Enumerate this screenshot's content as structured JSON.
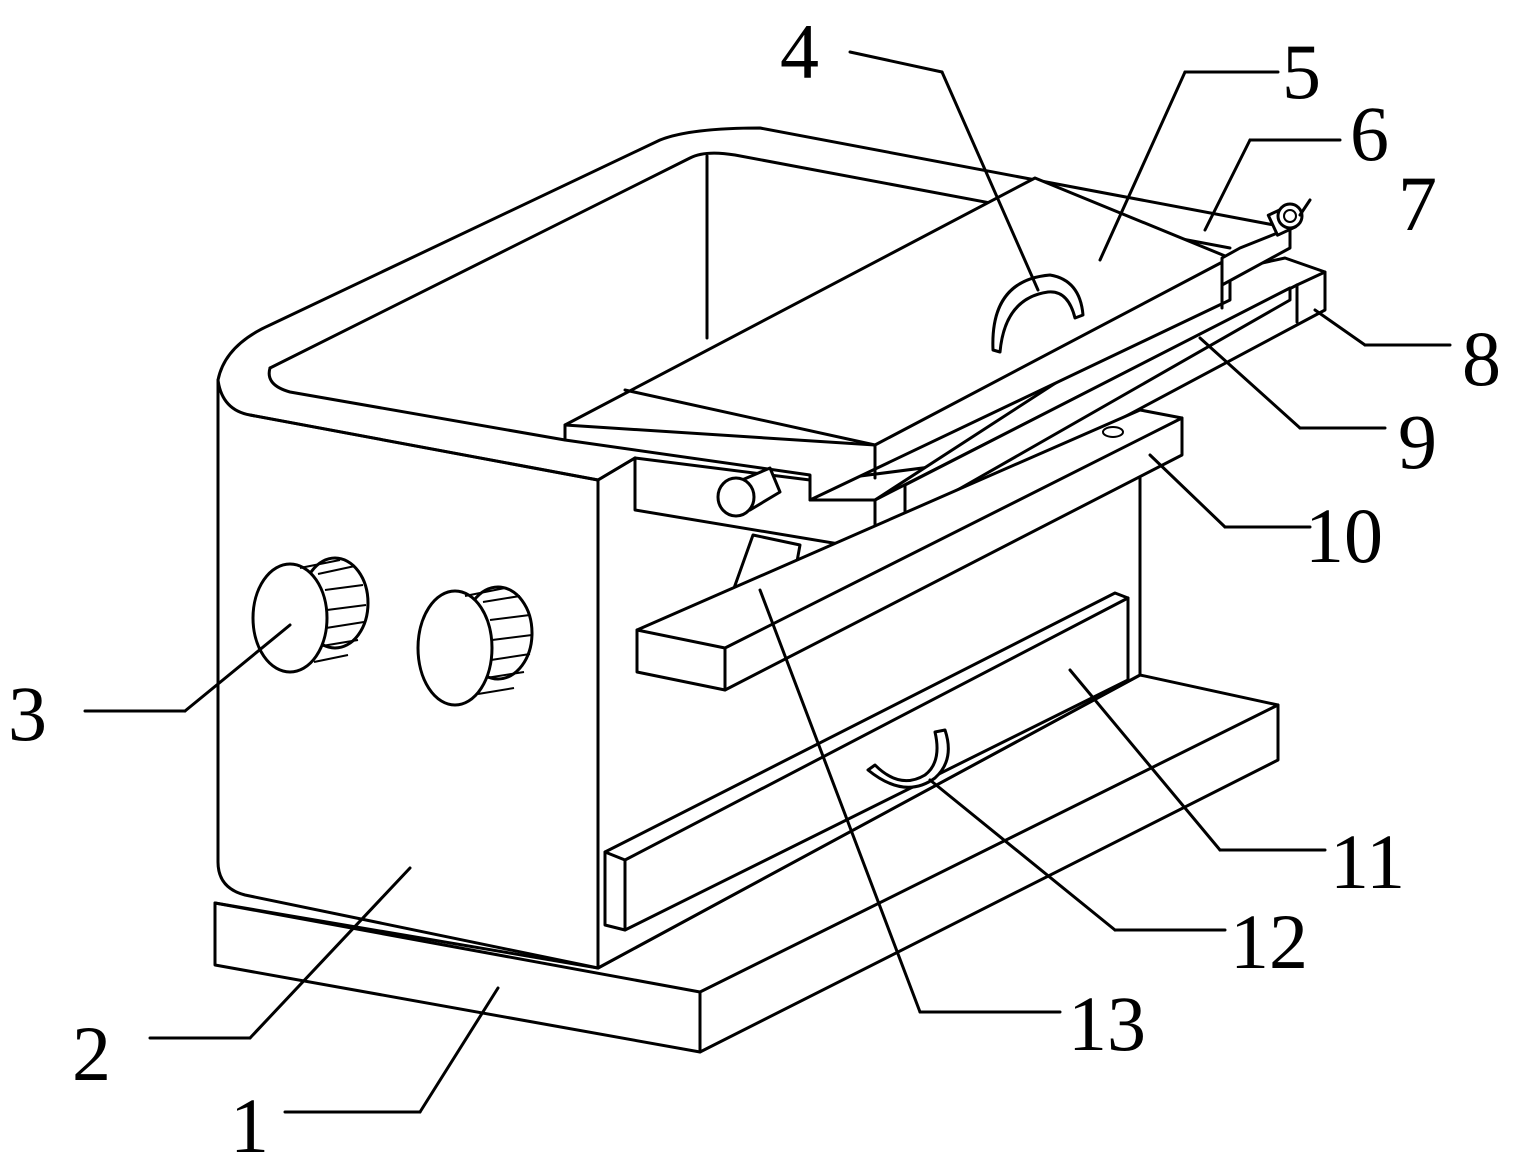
{
  "labels": [
    "1",
    "2",
    "3",
    "4",
    "5",
    "6",
    "7",
    "8",
    "9",
    "10",
    "11",
    "12",
    "13"
  ],
  "colors": {
    "stroke": "#000000",
    "background": "#ffffff"
  }
}
